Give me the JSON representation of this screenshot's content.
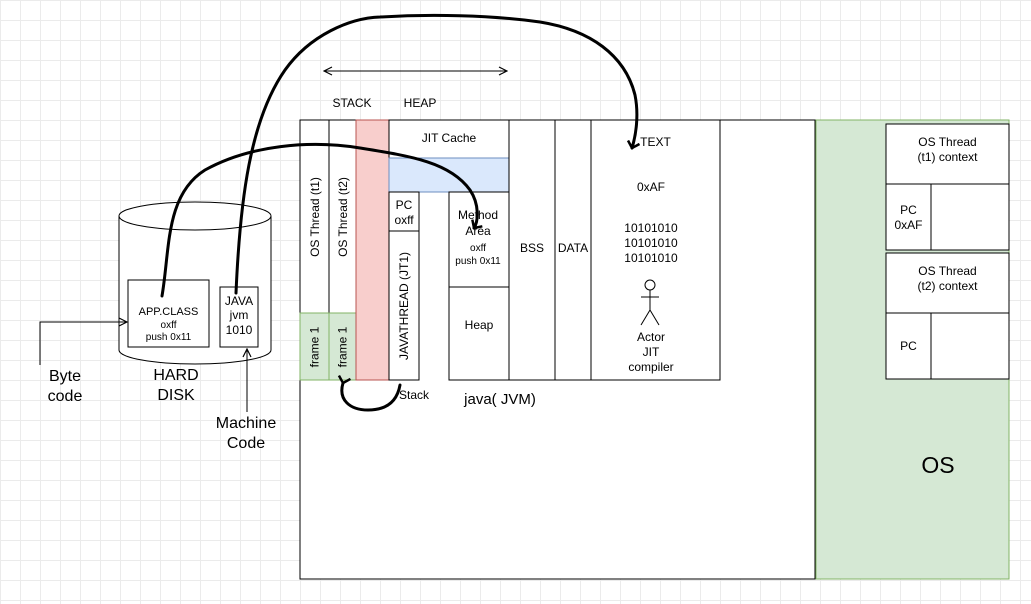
{
  "colors": {
    "os_fill": "#d5e8d4",
    "frame_fill": "#d5e8d4",
    "stack_divider_fill": "#f8cecc",
    "heap_band_fill": "#dae8fc"
  },
  "labels": {
    "stack": "STACK",
    "heap": "HEAP",
    "jit_cache": "JIT Cache",
    "os_thread_t1": "OS Thread (t1)",
    "os_thread_t2": "OS Thread (t2)",
    "frame1_a": "frame 1",
    "frame1_b": "frame 1",
    "pc_title": "PC",
    "pc_value": "oxff",
    "javathread": "JAVATHREAD (JT1)",
    "stack_small": "Stack",
    "method_area_line1": "Method",
    "method_area_line2": "Area",
    "method_area_value1": "oxff",
    "method_area_value2": "push 0x11",
    "heap_box": "Heap",
    "bss": "BSS",
    "data": "DATA",
    "text": "TEXT",
    "text_addr": "0xAF",
    "binary_1": "10101010",
    "binary_2": "10101010",
    "binary_3": "10101010",
    "actor": "Actor",
    "jit": "JIT",
    "compiler": "compiler",
    "jvm": "java( JVM)",
    "os": "OS",
    "os_thread_t1_ctx_1": "OS Thread",
    "os_thread_t1_ctx_2": "(t1) context",
    "pc_t1_1": "PC",
    "pc_t1_2": "0xAF",
    "os_thread_t2_ctx_1": "OS Thread",
    "os_thread_t2_ctx_2": "(t2) context",
    "pc_t2": "PC",
    "app_class": "APP.CLASS",
    "app_class_v1": "oxff",
    "app_class_v2": "push 0x11",
    "java": "JAVA",
    "jvm_small": "jvm",
    "java_1010": "1010",
    "hard_disk_1": "HARD",
    "hard_disk_2": "DISK",
    "byte_code_1": "Byte",
    "byte_code_2": "code",
    "machine_code_1": "Machine",
    "machine_code_2": "Code"
  }
}
